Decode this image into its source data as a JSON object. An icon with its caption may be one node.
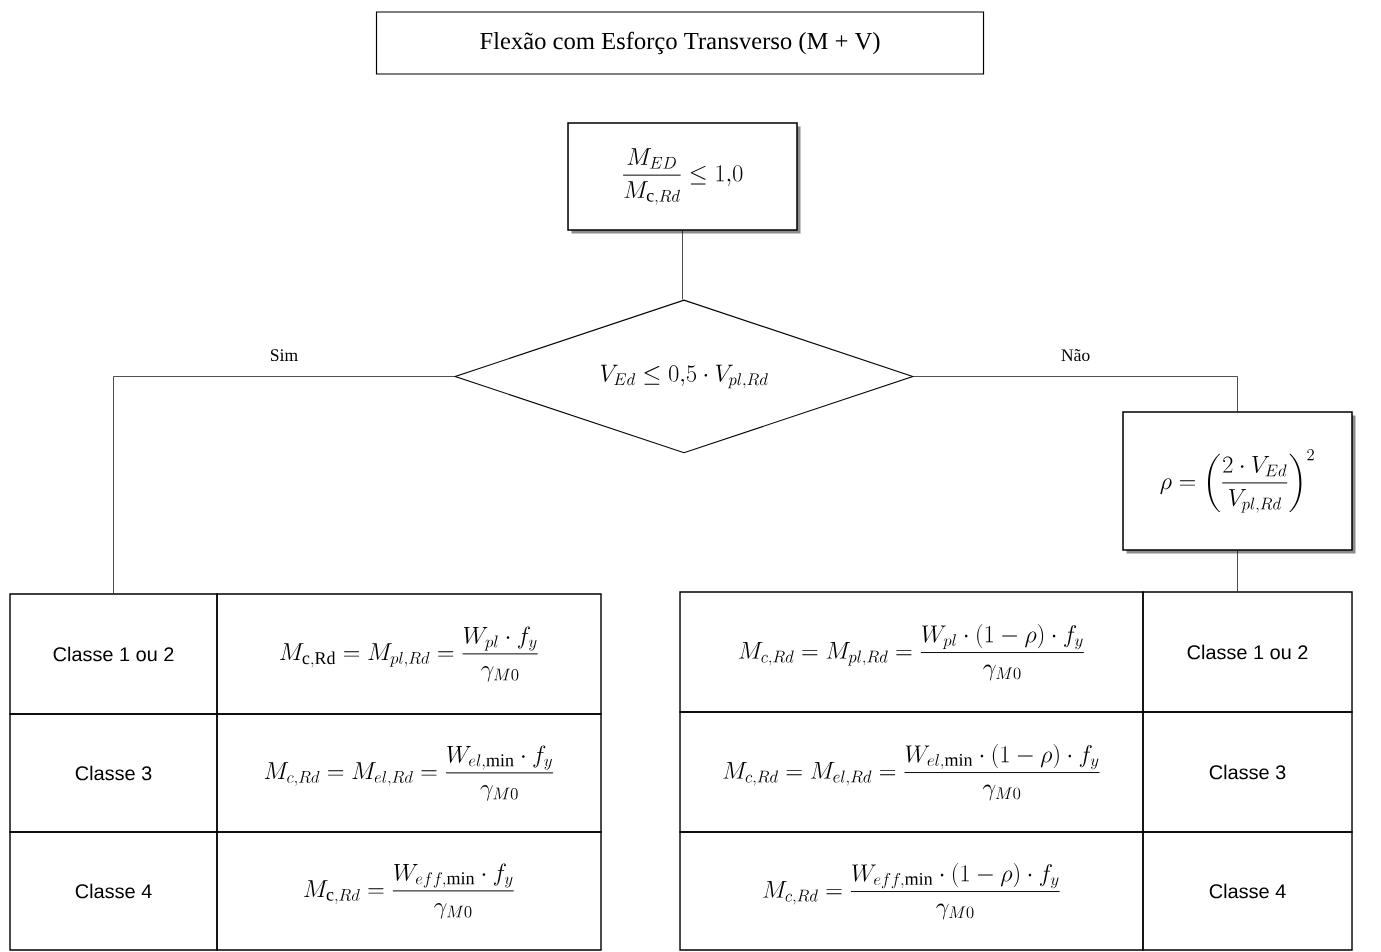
{
  "diagram": {
    "title": "Flexão com Esforço Transverso (M + V)",
    "nodes": [
      {
        "text": [
          "\\frac{M_{ED}}{M_{\\mathrm{c},Rd}}\\leq 1{,}0"
        ]
      },
      {
        "text": [
          "V_{Ed}\\leq 0{,}5\\cdot V_{pl,Rd}"
        ]
      },
      {
        "text": [
          "Classe 1 ou 2"
        ]
      },
      {
        "text": [
          "M_{\\mathrm{c,Rd}}=M_{pl,Rd}=\\frac{W_{pl}\\cdot f_y}{\\gamma_{M0}}"
        ]
      },
      {
        "text": [
          "Classe 3"
        ]
      },
      {
        "text": [
          "M_{c,Rd}=M_{el,Rd}=\\frac{W_{el,\\min}\\cdot f_y}{\\gamma_{M0}}"
        ]
      },
      {
        "text": [
          "Classe 4"
        ]
      },
      {
        "text": [
          "M_{\\mathrm{c},Rd}=\\frac{W_{eff,\\min}\\cdot f_y}{\\gamma_{M0}}"
        ]
      },
      {
        "text": [
          "\\rho=\\left(\\frac{2\\cdot V_{Ed}}{V_{pl,Rd}}\\right)^2"
        ]
      },
      {
        "text": [
          "M_{c,Rd}=M_{pl,Rd}=\\frac{W_{pl}\\cdot(1-\\rho)\\cdot f_y}{\\gamma_{M0}}"
        ]
      },
      {
        "text": [
          "Classe 1 ou 2"
        ]
      },
      {
        "text": [
          "M_{c,Rd}=M_{el,Rd}=\\frac{W_{el,\\min}\\cdot(1-\\rho)\\cdot f_y}{\\gamma_{M0}}"
        ]
      },
      {
        "text": [
          "Classe 3"
        ]
      },
      {
        "text": [
          "M_{c,Rd}=\\frac{W_{eff,\\min}\\cdot(1-\\rho)\\cdot f_y}{\\gamma_{M0}}"
        ]
      },
      {
        "text": [
          "Classe 4"
        ]
      }
    ],
    "edges": [
      {
        "from": 0,
        "to": 1,
        "arrow": "none"
      },
      {
        "from": 1,
        "to": 2,
        "arrow": "none",
        "label": "Sim"
      },
      {
        "from": 1,
        "to": 8,
        "arrow": "none",
        "label": "Não"
      },
      {
        "from": 8,
        "to": 10,
        "arrow": "none"
      }
    ]
  }
}
